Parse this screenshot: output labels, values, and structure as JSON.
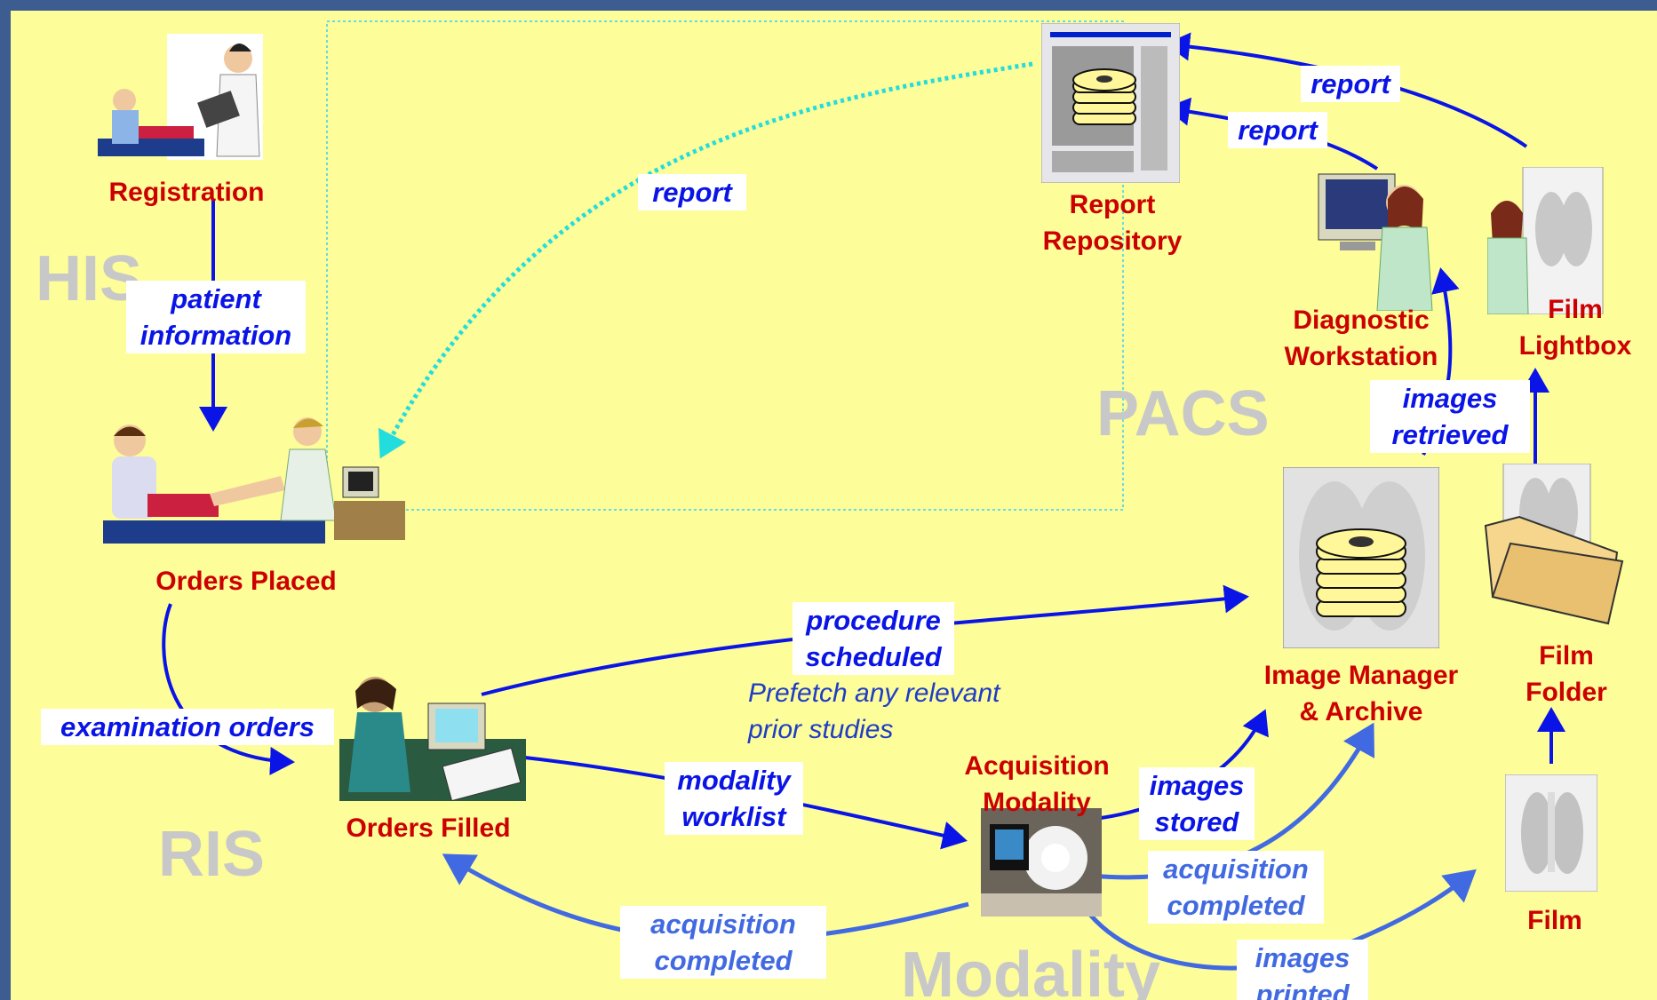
{
  "regions": {
    "his": "HIS",
    "ris": "RIS",
    "pacs": "PACS",
    "modality": "Modality"
  },
  "nodes": {
    "registration": "Registration",
    "orders_placed": "Orders Placed",
    "orders_filled": "Orders Filled",
    "report_repository": [
      "Report",
      "Repository"
    ],
    "diagnostic_workstation": [
      "Diagnostic",
      "Workstation"
    ],
    "film_lightbox": [
      "Film",
      "Lightbox"
    ],
    "image_manager": [
      "Image Manager",
      "& Archive"
    ],
    "film_folder": [
      "Film",
      "Folder"
    ],
    "acquisition_modality": [
      "Acquisition",
      "Modality"
    ],
    "film": "Film"
  },
  "flows": {
    "patient_information": [
      "patient",
      "information"
    ],
    "examination_orders": "examination orders",
    "report_dotted": "report",
    "report_top": "report",
    "report_middle": "report",
    "procedure_scheduled": [
      "procedure",
      "scheduled"
    ],
    "prefetch_note": [
      "Prefetch any relevant",
      "prior studies"
    ],
    "modality_worklist": [
      "modality",
      "worklist"
    ],
    "images_retrieved": [
      "images",
      "retrieved"
    ],
    "images_stored": [
      "images",
      "stored"
    ],
    "acquisition_completed_right": [
      "acquisition",
      "completed"
    ],
    "acquisition_completed_left": [
      "acquisition",
      "completed"
    ],
    "images_printed": [
      "images",
      "printed"
    ]
  },
  "colors": {
    "frame": "#3d5c8f",
    "background": "#fdfd99",
    "node_label": "#cc0000",
    "flow_arrow": "#0a14e6",
    "secondary_arrow": "#4169e1",
    "dotted_arrow": "#22dddd",
    "region_label": "#c8c8c8"
  }
}
